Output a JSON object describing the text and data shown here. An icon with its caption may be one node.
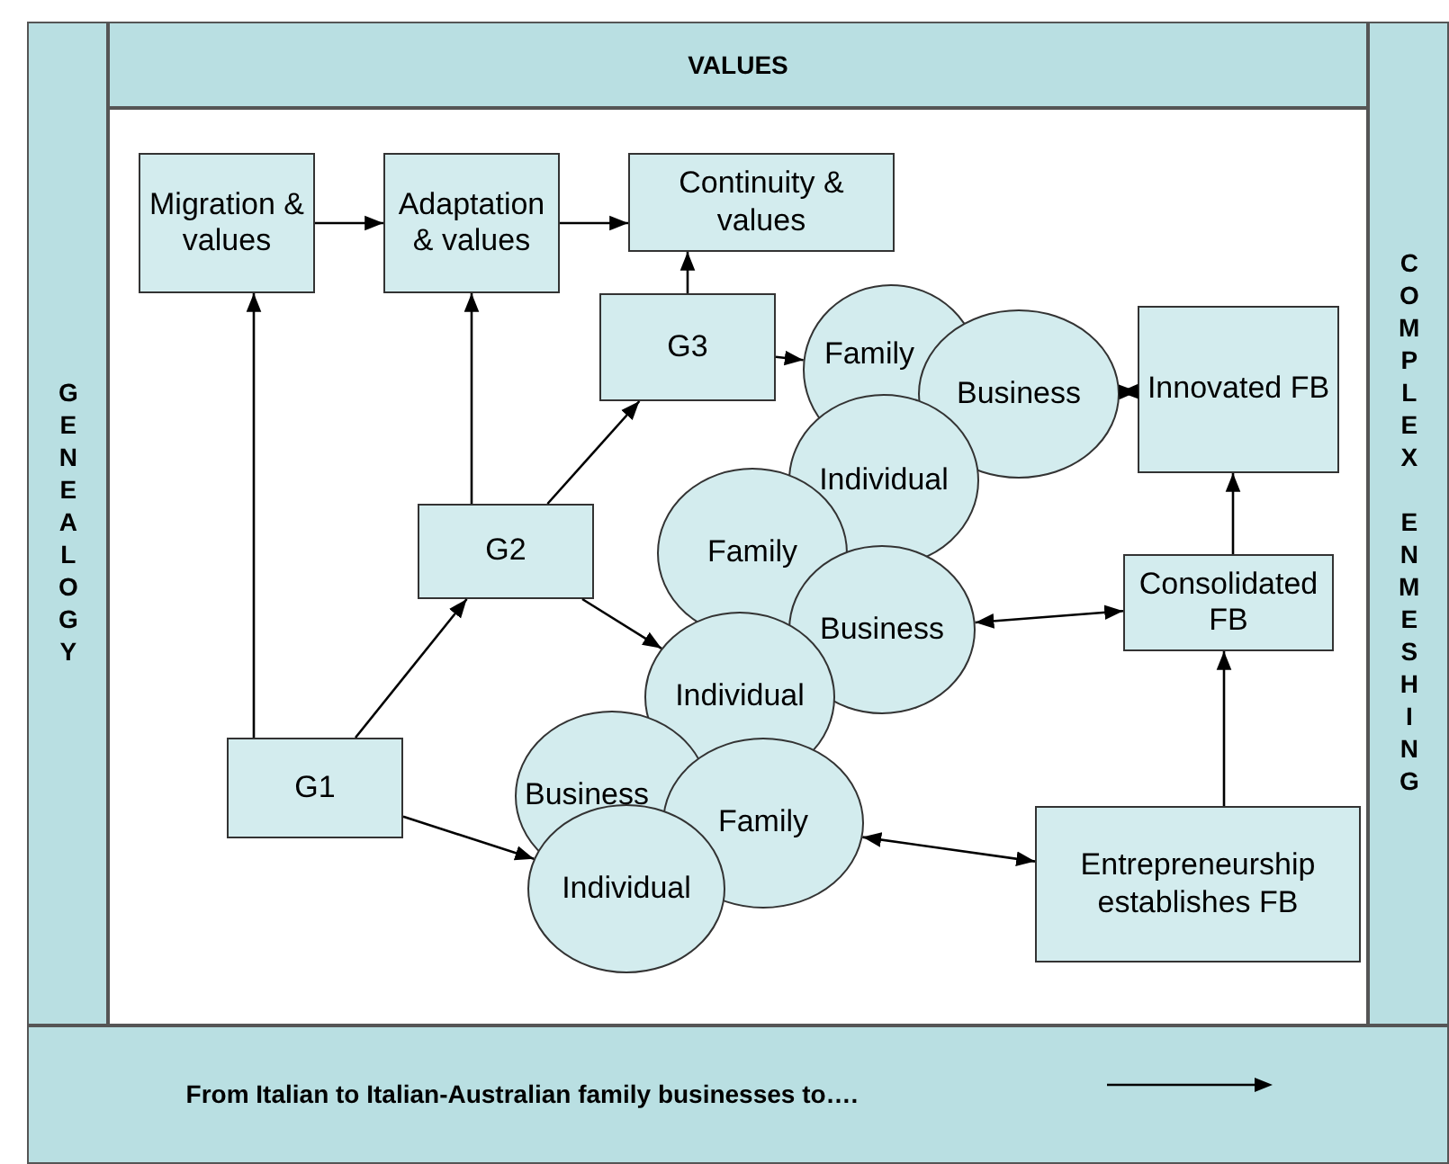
{
  "diagram": {
    "nodes": [
      {
        "text": [
          "VALUES"
        ]
      },
      {
        "text": [
          "GENEALOGY"
        ]
      },
      {
        "text": [
          "COMPLEX ENMESHING"
        ]
      },
      {
        "text": [
          "From Italian to Italian-Australian family businesses to…."
        ]
      },
      {
        "text": [
          "Migration & values"
        ]
      },
      {
        "text": [
          "Adaptation & values"
        ]
      },
      {
        "text": [
          "Continuity & values"
        ]
      },
      {
        "text": [
          "G3"
        ]
      },
      {
        "text": [
          "Family"
        ]
      },
      {
        "text": [
          "Business"
        ]
      },
      {
        "text": [
          "Individual"
        ]
      },
      {
        "text": [
          "Innovated FB"
        ]
      },
      {
        "text": [
          "G2"
        ]
      },
      {
        "text": [
          "Family"
        ]
      },
      {
        "text": [
          "Business"
        ]
      },
      {
        "text": [
          "Consolidated FB"
        ]
      },
      {
        "text": [
          "Individual"
        ]
      },
      {
        "text": [
          "G1"
        ]
      },
      {
        "text": [
          "Business"
        ]
      },
      {
        "text": [
          "Family"
        ]
      },
      {
        "text": [
          "Individual"
        ]
      },
      {
        "text": [
          "Entrepreneurship establishes FB"
        ]
      }
    ],
    "edges": [
      {
        "from": 4,
        "to": 5,
        "arrow": "to"
      },
      {
        "from": 5,
        "to": 6,
        "arrow": "to"
      },
      {
        "from": 7,
        "to": 6,
        "arrow": "to"
      },
      {
        "from": 17,
        "to": 4,
        "arrow": "to"
      },
      {
        "from": 17,
        "to": 12,
        "arrow": "to"
      },
      {
        "from": 12,
        "to": 5,
        "arrow": "to"
      },
      {
        "from": 12,
        "to": 7,
        "arrow": "to"
      },
      {
        "from": 7,
        "to": 8,
        "arrow": "to"
      },
      {
        "from": 12,
        "to": 16,
        "arrow": "to"
      },
      {
        "from": 17,
        "to": 20,
        "arrow": "to"
      },
      {
        "from": 9,
        "to": 11,
        "arrow": "both"
      },
      {
        "from": 14,
        "to": 15,
        "arrow": "both"
      },
      {
        "from": 19,
        "to": 21,
        "arrow": "both"
      },
      {
        "from": 21,
        "to": 15,
        "arrow": "to"
      },
      {
        "from": 15,
        "to": 11,
        "arrow": "to"
      }
    ]
  }
}
